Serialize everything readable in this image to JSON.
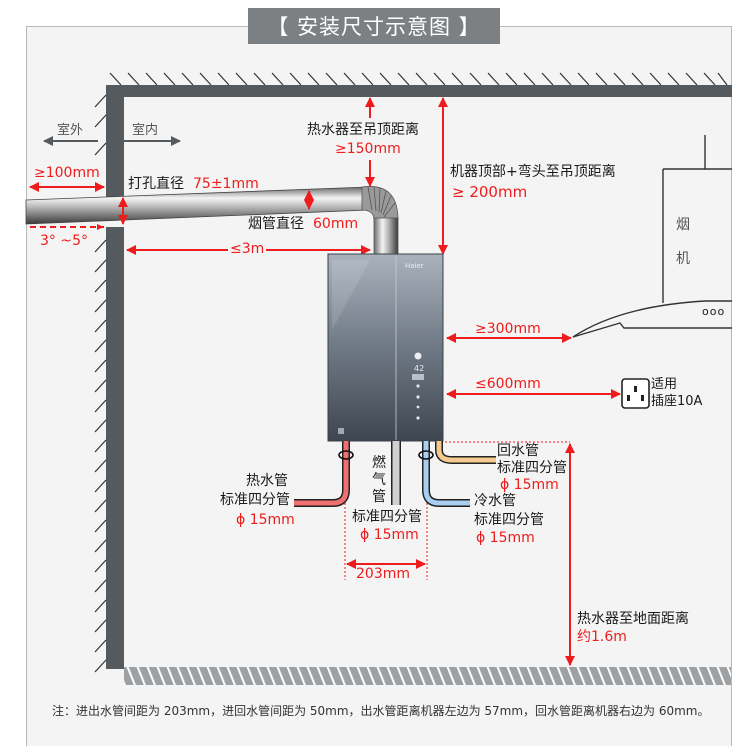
{
  "title": "【 安装尺寸示意图 】",
  "wall": {
    "outdoor_label": "室外",
    "indoor_label": "室内"
  },
  "flue": {
    "outside_length": "≥100mm",
    "hole_diameter_label": "打孔直径",
    "hole_diameter_value": "75±1mm",
    "slope": "3° ~5°",
    "pipe_diameter_label": "烟管直径",
    "pipe_diameter_value": "60mm",
    "max_length": "≤3m"
  },
  "clearances": {
    "heater_to_ceiling_label": "热水器至吊顶距离",
    "heater_to_ceiling_value": "≥150mm",
    "elbow_to_ceiling_label": "机器顶部+弯头至吊顶距离",
    "elbow_to_ceiling_value": "≥ 200mm",
    "to_range_hood": "≥300mm",
    "to_socket": "≤600mm",
    "to_floor_label": "热水器至地面距离",
    "to_floor_value": "约1.6m"
  },
  "range_hood": {
    "label_line1": "烟",
    "label_line2": "机",
    "dots": "ooo"
  },
  "socket": {
    "line1": "适用",
    "line2": "插座10A"
  },
  "heater": {
    "brand": "Haier",
    "display": "42"
  },
  "pipes": {
    "hot": {
      "name": "热水管",
      "spec": "标准四分管",
      "size": "ϕ 15mm",
      "color": "#f07070"
    },
    "gas": {
      "name_chars": [
        "燃",
        "气",
        "管"
      ],
      "spec": "标准四分管",
      "size": "ϕ 15mm",
      "color": "#d0d0d0"
    },
    "cold": {
      "name": "冷水管",
      "spec": "标准四分管",
      "size": "ϕ 15mm",
      "color": "#a8cff0"
    },
    "return": {
      "name": "回水管",
      "spec": "标准四分管",
      "size": "ϕ 15mm",
      "color": "#f5c98e"
    },
    "spacing": "203mm"
  },
  "note": "注：进出水管间距为 203mm，进回水管间距为 50mm，出水管距离机器左边为 57mm，回水管距离机器右边为 60mm。",
  "colors": {
    "accent_red": "#ee1c1c",
    "wall": "#555a5e",
    "title_bg": "#7d8083"
  }
}
